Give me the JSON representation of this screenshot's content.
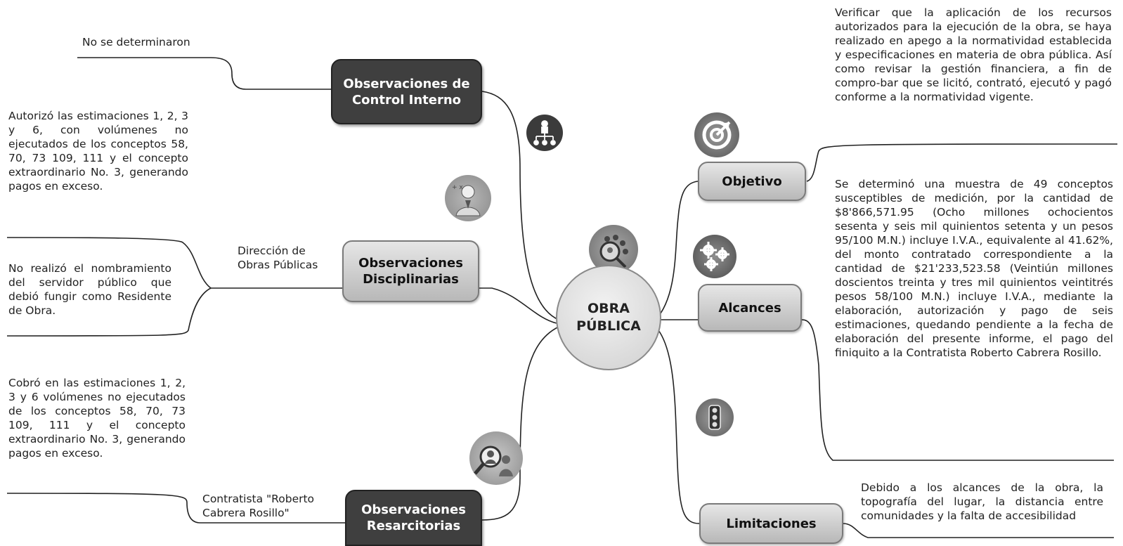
{
  "center": {
    "line1": "OBRA",
    "line2": "PÚBLICA"
  },
  "left": {
    "control_interno": {
      "box_line1": "Observaciones de",
      "box_line2": "Control Interno",
      "note": "No se determinaron"
    },
    "disciplinarias": {
      "box_line1": "Observaciones",
      "box_line2": "Disciplinarias",
      "branch_label_line1": "Dirección de",
      "branch_label_line2": "Obras Públicas",
      "note1": "Autorizó las estimaciones 1, 2, 3 y 6, con volúmenes no ejecutados de los conceptos 58, 70, 73 109, 111 y el concepto extraordinario No. 3, generando pagos en exceso.",
      "note2": "No realizó el nombramiento del servidor público que debió fungir como Residente de Obra."
    },
    "resarcitorias": {
      "box_line1": "Observaciones",
      "box_line2": "Resarcitorias",
      "branch_label_line1": "Contratista \"Roberto",
      "branch_label_line2": "Cabrera Rosillo\"",
      "note": "Cobró en las estimaciones 1, 2, 3 y 6 volúmenes no ejecutados de los conceptos 58, 70, 73 109, 111 y el concepto extraordinario No. 3, generando pagos en exceso."
    }
  },
  "right": {
    "objetivo": {
      "box": "Objetivo",
      "note": "Verificar que la aplicación de los recursos autorizados para la ejecución de la obra, se haya realizado en apego a la normatividad establecida y especificaciones en materia de obra pública. Así como revisar la gestión financiera, a fin de compro-bar que se licitó, contrató, ejecutó y pagó conforme a la normatividad vigente."
    },
    "alcances": {
      "box": "Alcances",
      "note": "Se determinó una muestra de 49 conceptos susceptibles de medición, por la cantidad de $8'866,571.95 (Ocho millones ochocientos sesenta y seis mil quinientos setenta y un pesos 95/100 M.N.) incluye I.V.A., equivalente al 41.62%, del monto contratado correspondiente a la cantidad de $21'233,523.58 (Veintiún millones doscientos treinta y tres mil quinientos veintitrés pesos 58/100 M.N.) incluye I.V.A., mediante la elaboración, autorización y pago de seis estimaciones, quedando pendiente a la fecha de elaboración del presente informe, el pago del finiquito a la Contratista Roberto Cabrera Rosillo."
    },
    "limitaciones": {
      "box": "Limitaciones",
      "note": "Debido a los alcances de la obra, la topografía del lugar, la distancia entre comunidades y la falta de accesibilidad"
    }
  },
  "icons": [
    "org-chart-icon",
    "doctor-icon",
    "people-search-icon",
    "magnifier-person-icon",
    "target-icon",
    "gears-icon",
    "traffic-light-icon"
  ],
  "colors": {
    "dark_box": "#3f3f3f",
    "light_box": "#cfcfcf",
    "line": "#222222"
  }
}
